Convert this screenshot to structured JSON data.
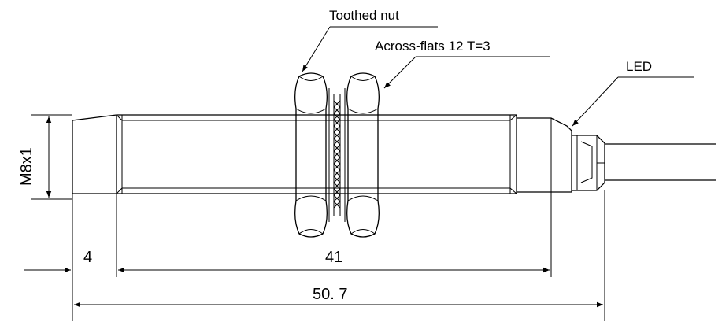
{
  "labels": {
    "toothed_nut": "Toothed nut",
    "across_flats": "Across-flats 12  T=3",
    "led": "LED"
  },
  "dimensions": {
    "thread": "M8x1",
    "front_length": "4",
    "thread_length": "41",
    "total_length": "50. 7"
  }
}
